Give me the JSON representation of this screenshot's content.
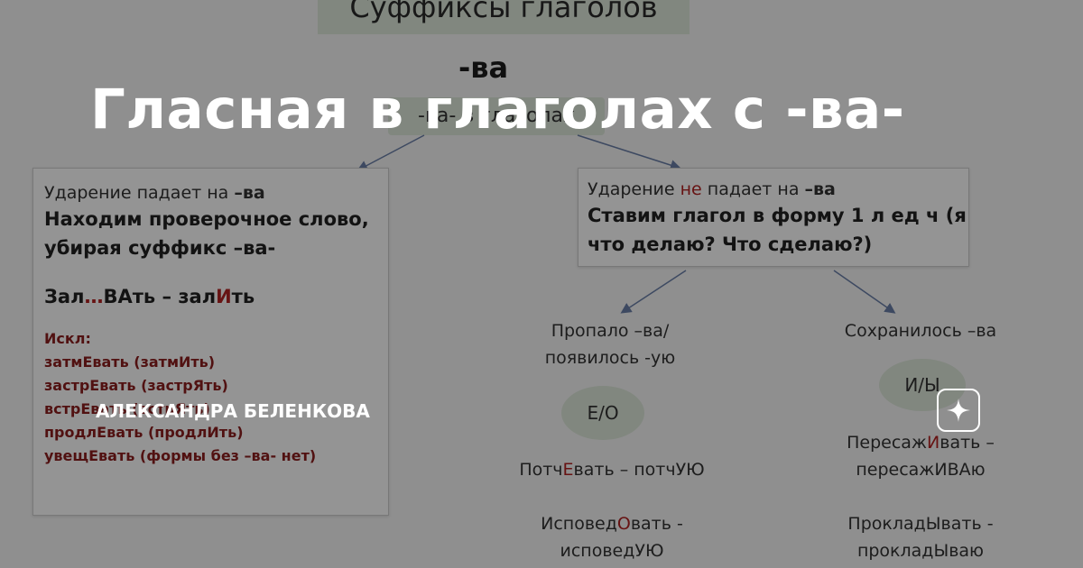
{
  "headline": "Гласная в глаголах с -ва-",
  "author": "АЛЕКСАНДРА БЕЛЕНКОВА",
  "badge_icon": "sparkle-star-icon",
  "scene": {
    "title": "Суффиксы глаголов",
    "va_label": "-ва",
    "root_box": "-ва- в глаголах",
    "left_box": {
      "stress_prefix": "Ударение падает на ",
      "stress_suffix": "–ва",
      "rule_line1": "Находим проверочное слово,",
      "rule_line2": "убирая суффикс –ва-",
      "example_a": "Зал",
      "example_b": "…",
      "example_c": "ВАть – зал",
      "example_d": "И",
      "example_e": "ть",
      "exceptions_title": "Искл:",
      "exceptions": [
        "затмЕвать (затмИть)",
        "застрЕвать (застрЯть)",
        "встрЕвать (встрЯть)",
        "продлЕвать (продлИть)",
        "увещЕвать (формы без –ва- нет)"
      ]
    },
    "right_box": {
      "stress_a": "Ударение ",
      "stress_not": "не",
      "stress_b": " падает на ",
      "stress_c": "–ва",
      "rule_line1": "Ставим глагол в форму 1 л ед ч (я",
      "rule_line2": "что делаю? Что сделаю?)"
    },
    "col_left": {
      "heading_line1": "Пропало –ва/",
      "heading_line2": "появилось -ую",
      "ellipse": "Е/О",
      "ex1_a": "Потч",
      "ex1_b": "Е",
      "ex1_c": "вать – потчУЮ",
      "ex2_a": "Исповед",
      "ex2_b": "О",
      "ex2_c": "вать -",
      "ex2_line2": "исповедУЮ"
    },
    "col_right": {
      "heading": "Сохранилось –ва",
      "ellipse": "И/Ы",
      "ex1_a": "Пересаж",
      "ex1_b": "И",
      "ex1_c": "вать –",
      "ex1_line2": "пересажИВАю",
      "ex2_line1": "ПрокладЫвать -",
      "ex2_line2": "прокладЫваю"
    }
  }
}
